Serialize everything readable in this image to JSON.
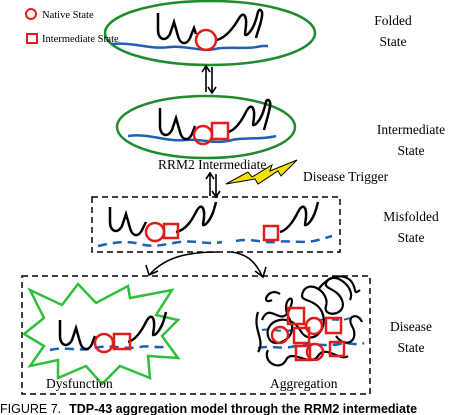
{
  "legend": {
    "native": "Native State",
    "intermediate": "Intermediate State"
  },
  "states": {
    "folded": [
      "Folded",
      "State"
    ],
    "intermediate": [
      "Intermediate",
      "State"
    ],
    "misfolded": [
      "Misfolded",
      "State"
    ],
    "disease": [
      "Disease",
      "State"
    ]
  },
  "labels": {
    "rrm2": "RRM2 Intermediate",
    "trigger": "Disease Trigger",
    "dysfunction": "Dysfunction",
    "aggregation": "Aggregation"
  },
  "caption": {
    "prefix": "FIGURE 7.",
    "bold": "TDP-43 aggregation model through the RRM2 intermediate"
  },
  "colors": {
    "ellipse": "#1f8a2e",
    "membrane": "#1f5fb4",
    "marker": "#e21b1b",
    "bolt": "#f5e100",
    "burst": "#2fbf3a"
  }
}
